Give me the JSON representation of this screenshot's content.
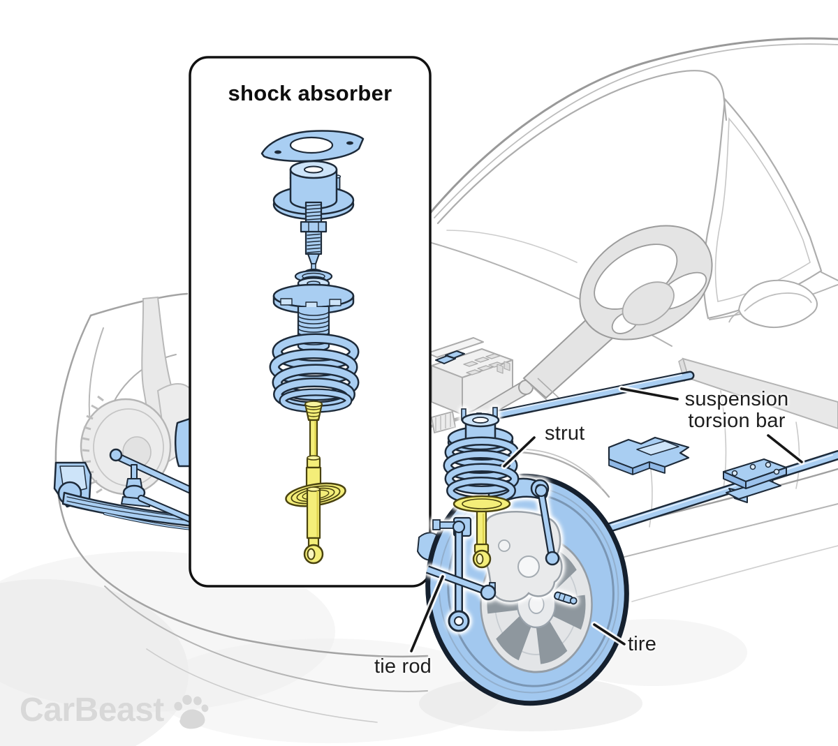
{
  "callout": {
    "title": "shock absorber"
  },
  "labels": {
    "strut": "strut",
    "suspension_torsion_bar": "suspension torsion bar",
    "tie_rod": "tie rod",
    "tire": "tire"
  },
  "branding": {
    "name": "CarBeast",
    "icon": "paw-icon",
    "color": "#d8d8d8"
  },
  "highlighted_parts": [
    "shock absorber",
    "strut",
    "suspension torsion bar",
    "tie rod",
    "tire"
  ],
  "colors": {
    "part_blue": "#a9cef2",
    "part_blue_light": "#cde4f9",
    "part_blue_outline": "#1d2a39",
    "damper_yellow": "#f4ee79",
    "damper_yellow_outline": "#4a430f",
    "ghost_gray_line": "#ababab",
    "ghost_gray_fill": "#e9e9e9",
    "tire_outline": "#15202e",
    "label_ink": "#161616",
    "callout_border": "#111111",
    "background": "#ffffff"
  }
}
